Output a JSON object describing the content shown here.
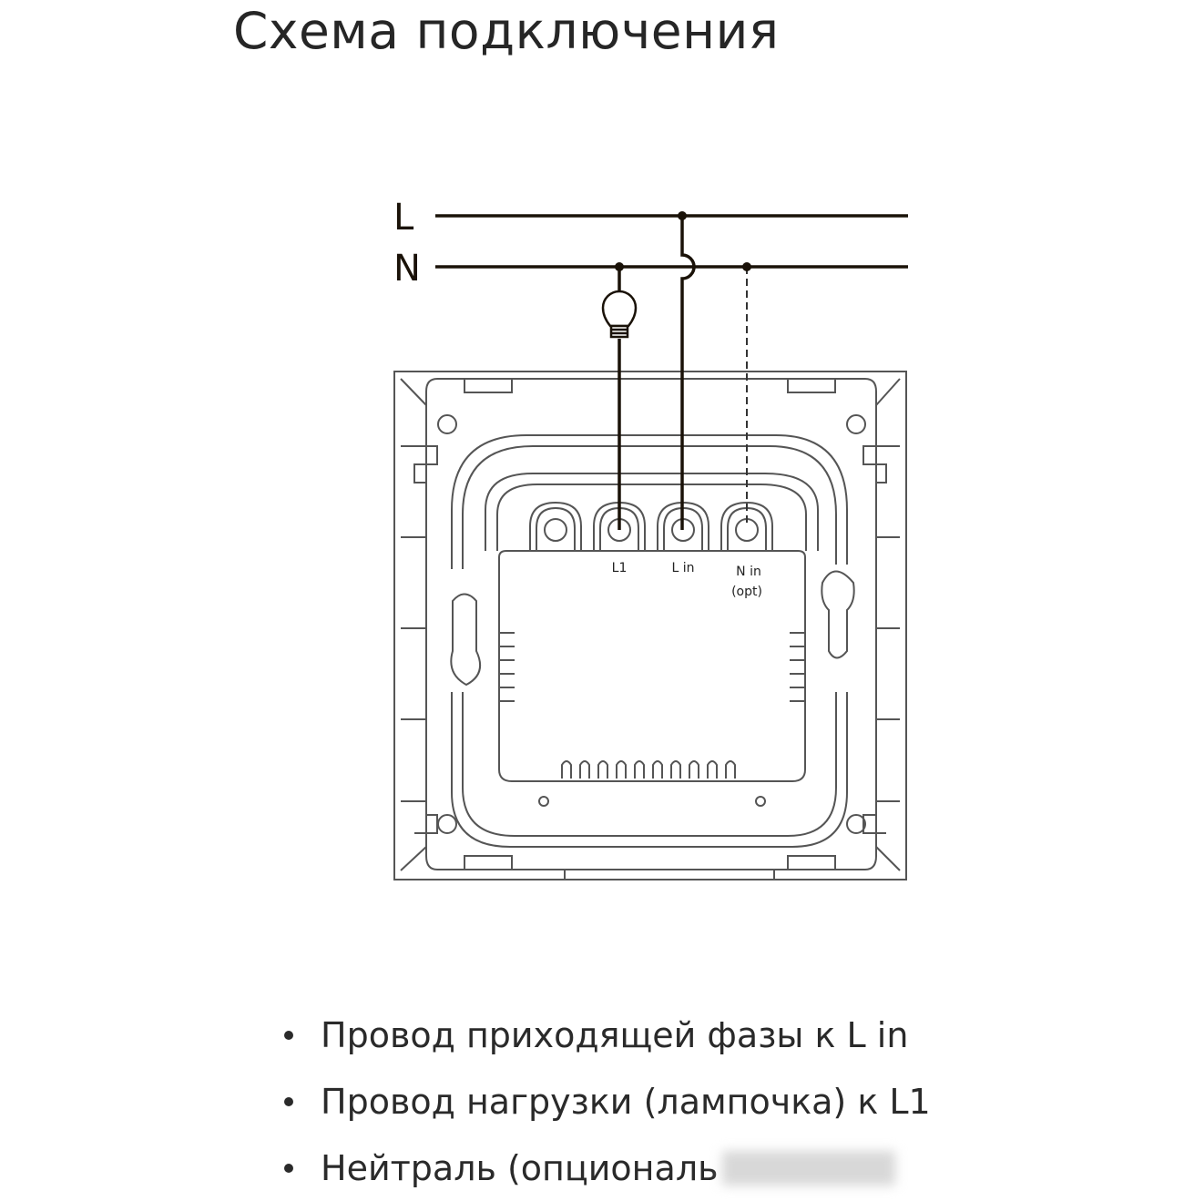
{
  "title": "Схема подключения",
  "diagram": {
    "line_labels": {
      "L": "L",
      "N": "N"
    },
    "terminals": {
      "l1": "L1",
      "l_in": "L in",
      "n_in": "N in",
      "n_in_note": "(opt)"
    }
  },
  "instructions": [
    "Провод приходящей фазы к L in",
    "Провод нагрузки (лампочка) к L1",
    "Нейтраль (опциональ"
  ]
}
